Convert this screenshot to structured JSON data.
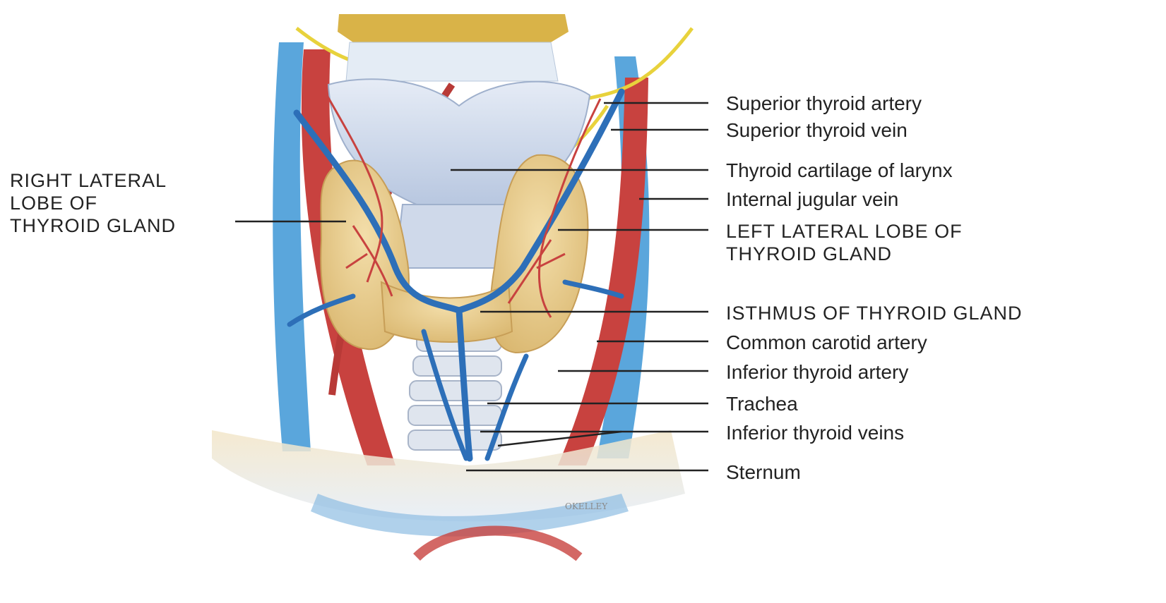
{
  "labels": {
    "right_lateral_lobe": "RIGHT LATERAL\nLOBE OF\nTHYROID GLAND",
    "superior_thyroid_artery": "Superior thyroid artery",
    "superior_thyroid_vein": "Superior thyroid vein",
    "thyroid_cartilage": "Thyroid cartilage of larynx",
    "internal_jugular_vein": "Internal jugular vein",
    "left_lateral_lobe": "LEFT LATERAL LOBE OF\nTHYROID GLAND",
    "isthmus": "ISTHMUS OF THYROID GLAND",
    "common_carotid_artery": "Common carotid artery",
    "inferior_thyroid_artery": "Inferior thyroid artery",
    "trachea": "Trachea",
    "inferior_thyroid_veins": "Inferior thyroid veins",
    "sternum": "Sternum"
  },
  "signature": "OKELLEY",
  "colors": {
    "artery": "#c8423f",
    "vein": "#2d6fb8",
    "outer_vein": "#5aa6dc",
    "gland": "#e6c98a",
    "cartilage": "#c9d6ea",
    "nerve": "#e8d23c",
    "bone": "#d9c394"
  }
}
